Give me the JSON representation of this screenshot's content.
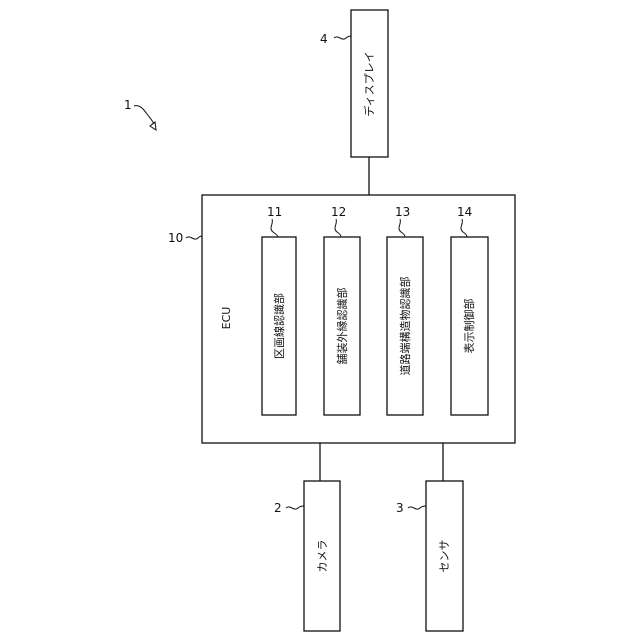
{
  "figure_ref": "1",
  "display": {
    "ref": "4",
    "label": "ディスプレイ"
  },
  "ecu": {
    "ref": "10",
    "label": "ECU"
  },
  "units": [
    {
      "ref": "11",
      "label": "区画線認識部"
    },
    {
      "ref": "12",
      "label": "舗装外縁認識部"
    },
    {
      "ref": "13",
      "label": "道路端構造物認識部"
    },
    {
      "ref": "14",
      "label": "表示制御部"
    }
  ],
  "camera": {
    "ref": "2",
    "label": "カメラ"
  },
  "sensor": {
    "ref": "3",
    "label": "センサ"
  }
}
